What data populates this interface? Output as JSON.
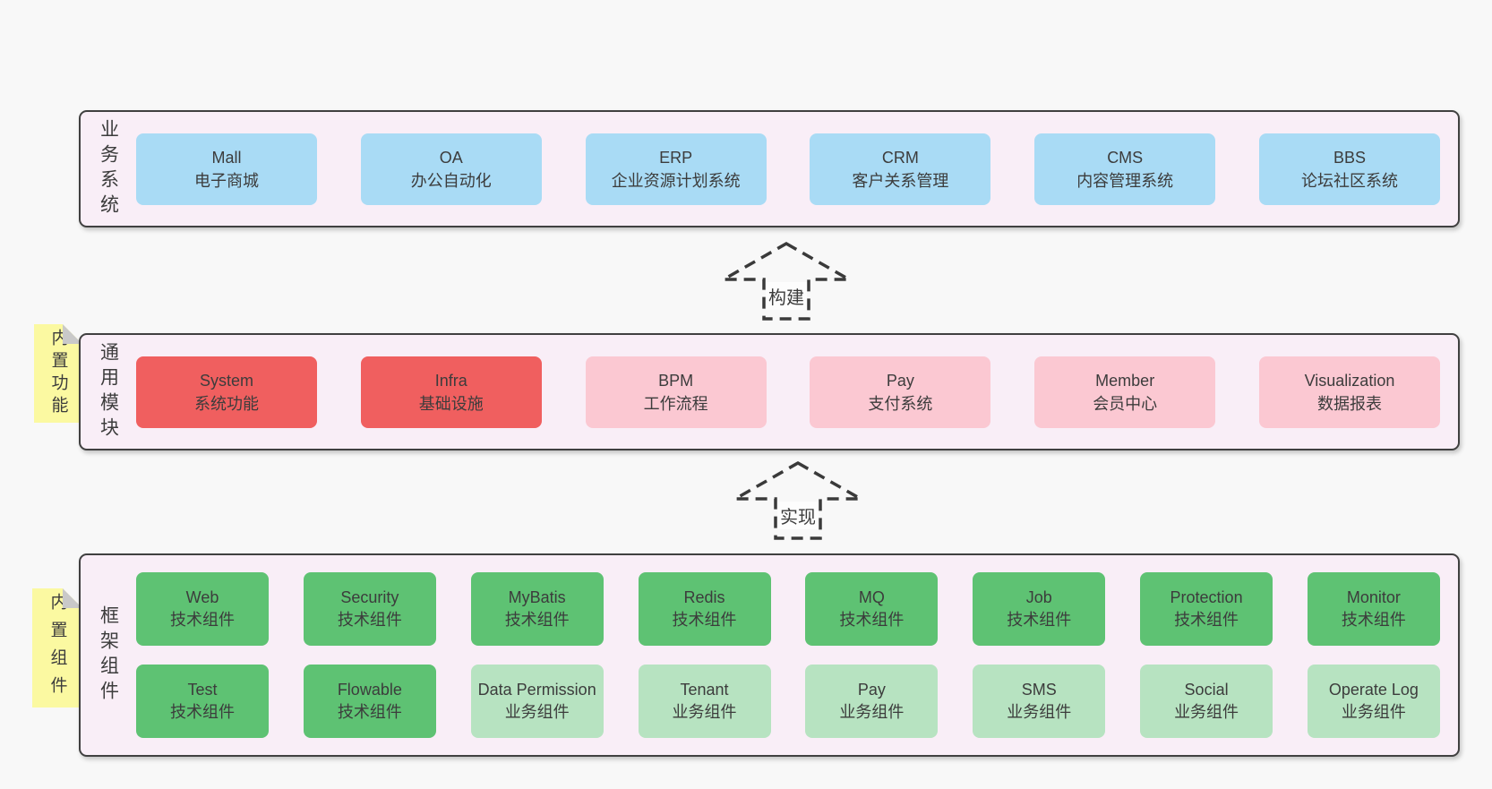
{
  "diagram": {
    "business_layer": {
      "label": "业务系统",
      "boxes": [
        {
          "title": "Mall",
          "subtitle": "电子商城"
        },
        {
          "title": "OA",
          "subtitle": "办公自动化"
        },
        {
          "title": "ERP",
          "subtitle": "企业资源计划系统"
        },
        {
          "title": "CRM",
          "subtitle": "客户关系管理"
        },
        {
          "title": "CMS",
          "subtitle": "内容管理系统"
        },
        {
          "title": "BBS",
          "subtitle": "论坛社区系统"
        }
      ]
    },
    "build_arrow": {
      "label": "构建"
    },
    "module_layer": {
      "label": "通用模块",
      "note": "内置功能",
      "boxes": [
        {
          "title": "System",
          "subtitle": "系统功能"
        },
        {
          "title": "Infra",
          "subtitle": "基础设施"
        },
        {
          "title": "BPM",
          "subtitle": "工作流程"
        },
        {
          "title": "Pay",
          "subtitle": "支付系统"
        },
        {
          "title": "Member",
          "subtitle": "会员中心"
        },
        {
          "title": "Visualization",
          "subtitle": "数据报表"
        }
      ]
    },
    "implement_arrow": {
      "label": "实现"
    },
    "component_layer": {
      "label": "框架组件",
      "note": "内置组件",
      "row1": [
        {
          "title": "Web",
          "subtitle": "技术组件"
        },
        {
          "title": "Security",
          "subtitle": "技术组件"
        },
        {
          "title": "MyBatis",
          "subtitle": "技术组件"
        },
        {
          "title": "Redis",
          "subtitle": "技术组件"
        },
        {
          "title": "MQ",
          "subtitle": "技术组件"
        },
        {
          "title": "Job",
          "subtitle": "技术组件"
        },
        {
          "title": "Protection",
          "subtitle": "技术组件"
        },
        {
          "title": "Monitor",
          "subtitle": "技术组件"
        }
      ],
      "row2": [
        {
          "title": "Test",
          "subtitle": "技术组件"
        },
        {
          "title": "Flowable",
          "subtitle": "技术组件"
        },
        {
          "title": "Data Permission",
          "subtitle": "业务组件"
        },
        {
          "title": "Tenant",
          "subtitle": "业务组件"
        },
        {
          "title": "Pay",
          "subtitle": "业务组件"
        },
        {
          "title": "SMS",
          "subtitle": "业务组件"
        },
        {
          "title": "Social",
          "subtitle": "业务组件"
        },
        {
          "title": "Operate Log",
          "subtitle": "业务组件"
        }
      ]
    },
    "colors": {
      "page_bg": "#F8F8F8",
      "panel_bg": "#F9EEF7",
      "panel_border": "#404040",
      "business_box": "#A9DBF5",
      "core_module_box": "#F05F5F",
      "optional_module_box": "#FBC8D2",
      "tech_component_box": "#5EC273",
      "biz_component_box": "#B7E3C1",
      "note_bg": "#FBF9A1",
      "note_fold": "#C9C9C9",
      "text": "#3C3C3C"
    }
  }
}
